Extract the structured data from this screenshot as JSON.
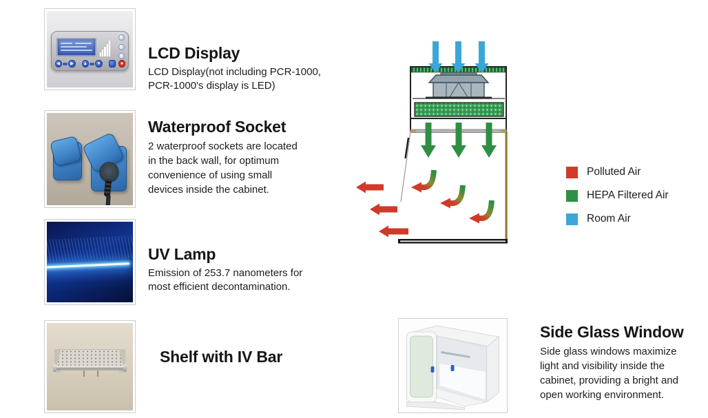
{
  "page_background": "#ffffff",
  "features": [
    {
      "id": "lcd-display",
      "title": "LCD Display",
      "description": "LCD Display(not including PCR-1000,\nPCR-1000's display is LED)"
    },
    {
      "id": "waterproof-socket",
      "title": "Waterproof Socket",
      "description": "2 waterproof sockets are located\nin the back wall, for optimum\nconvenience of using small\ndevices inside the cabinet."
    },
    {
      "id": "uv-lamp",
      "title": "UV Lamp",
      "description": "Emission of 253.7 nanometers for\nmost efficient decontamination."
    },
    {
      "id": "shelf-with-iv-bar",
      "title": "Shelf with IV Bar",
      "description": ""
    }
  ],
  "side_feature": {
    "id": "side-glass-window",
    "title": "Side Glass Window",
    "description": "Side glass windows maximize\nlight and visibility inside the\ncabinet, providing a bright and\nopen working environment."
  },
  "legend": {
    "items": [
      {
        "label": "Polluted Air",
        "color": "#cf3a2a"
      },
      {
        "label": "HEPA Filtered Air",
        "color": "#2e8f43"
      },
      {
        "label": "Room Air",
        "color": "#3ba7d7"
      }
    ]
  },
  "diagram": {
    "type": "airflow-schematic",
    "room_air_color": "#3ba7d7",
    "hepa_filtered_air_color": "#2e8f43",
    "polluted_air_color": "#cf3a2a",
    "room_air_arrows": 3,
    "hepa_filtered_air_arrows": 3,
    "recirculating_arrows": 3,
    "polluted_air_arrows": 3
  }
}
